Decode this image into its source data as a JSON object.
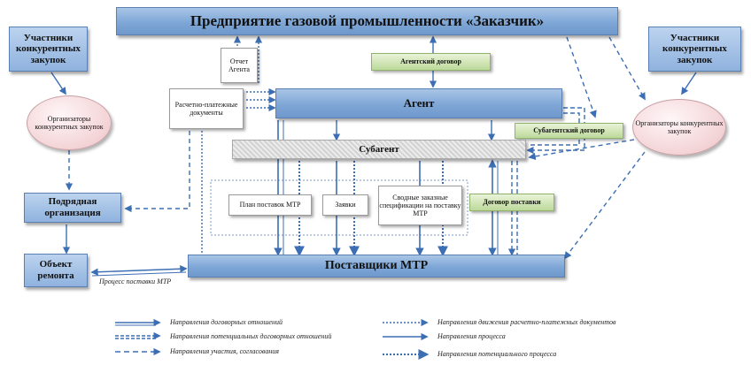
{
  "customer": {
    "label": "Предприятие газовой промышленности  «Заказчик»"
  },
  "participants_left": {
    "label": "Участники конкурентных закупок"
  },
  "participants_right": {
    "label": "Участники конкурентных закупок"
  },
  "organizers_left": {
    "label": "Организаторы конкурентных закупок"
  },
  "organizers_right": {
    "label": "Организаторы конкурентных закупок"
  },
  "agent_report": {
    "label": "Отчет Агента"
  },
  "agent_contract": {
    "label": "Агентский договор"
  },
  "settlement_docs": {
    "label": "Расчетно-платежные документы"
  },
  "agent": {
    "label": "Агент"
  },
  "subagent_contract": {
    "label": "Субагентский договор"
  },
  "subagent": {
    "label": "Субагент"
  },
  "contractor": {
    "label": "Подрядная организация"
  },
  "supply_plan": {
    "label": "План поставок МТР"
  },
  "requests": {
    "label": "Заявки"
  },
  "specifications": {
    "label": "Сводные заказные спецификации на поставку МТР"
  },
  "supply_contract": {
    "label": "Договор поставки"
  },
  "repair_object": {
    "label": "Объект ремонта"
  },
  "suppliers": {
    "label": "Поставщики МТР"
  },
  "process_label": "Процесс поставки МТР",
  "legend": [
    {
      "style": "double-solid",
      "text": "Направления договорных отношений"
    },
    {
      "style": "double-dashed",
      "text": "Направления потенциальных договорных отношений"
    },
    {
      "style": "dashed",
      "text": "Направления участия, согласования"
    },
    {
      "style": "dotted",
      "text": "Направления движения расчетно-платежных документов"
    },
    {
      "style": "solid",
      "text": "Направления процесса"
    },
    {
      "style": "dense-dotted",
      "text": "Направления потенциального процесса"
    }
  ],
  "colors": {
    "line": "#3c6eb4",
    "bar": "#7ea6d6",
    "tag": "#bcd99a",
    "oval": "#f3d3d6"
  }
}
